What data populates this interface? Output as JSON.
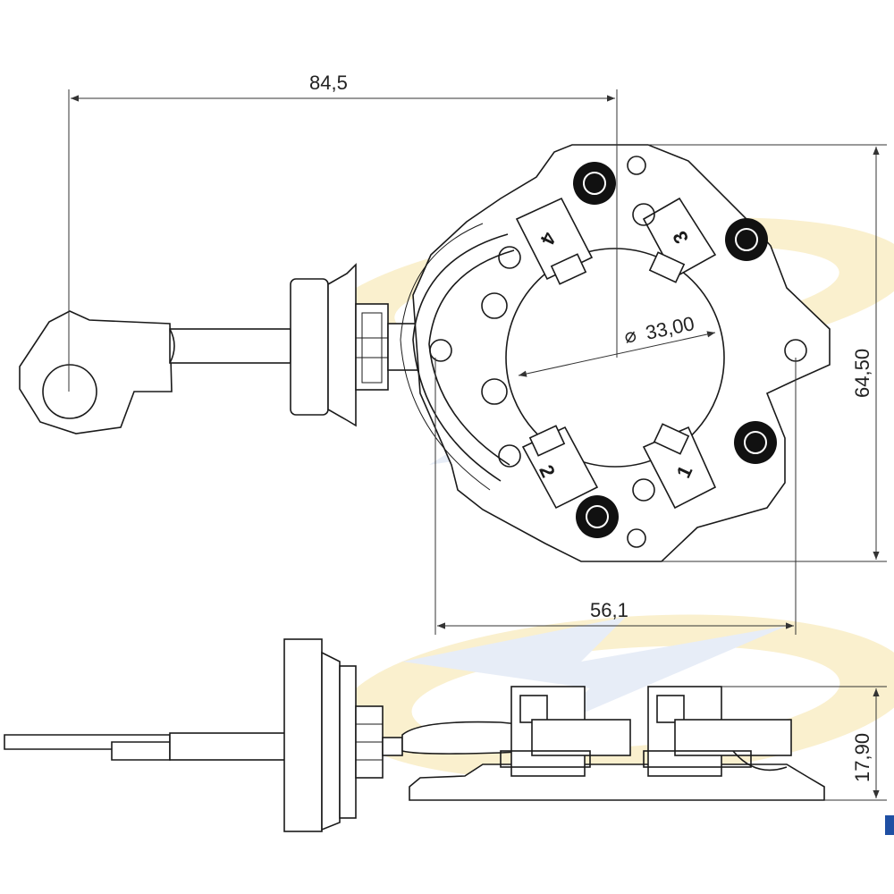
{
  "dimensions": {
    "overall_length": "84,5",
    "height": "64,50",
    "width": "56,1",
    "bore_diameter": "33,00",
    "thickness": "17,90"
  },
  "brush_numbers": [
    "1",
    "2",
    "3",
    "4"
  ],
  "colors": {
    "line": "#1a1a1a",
    "watermark_gold": "#f3d98c",
    "watermark_blue": "#c6d3ea",
    "background": "#ffffff"
  }
}
